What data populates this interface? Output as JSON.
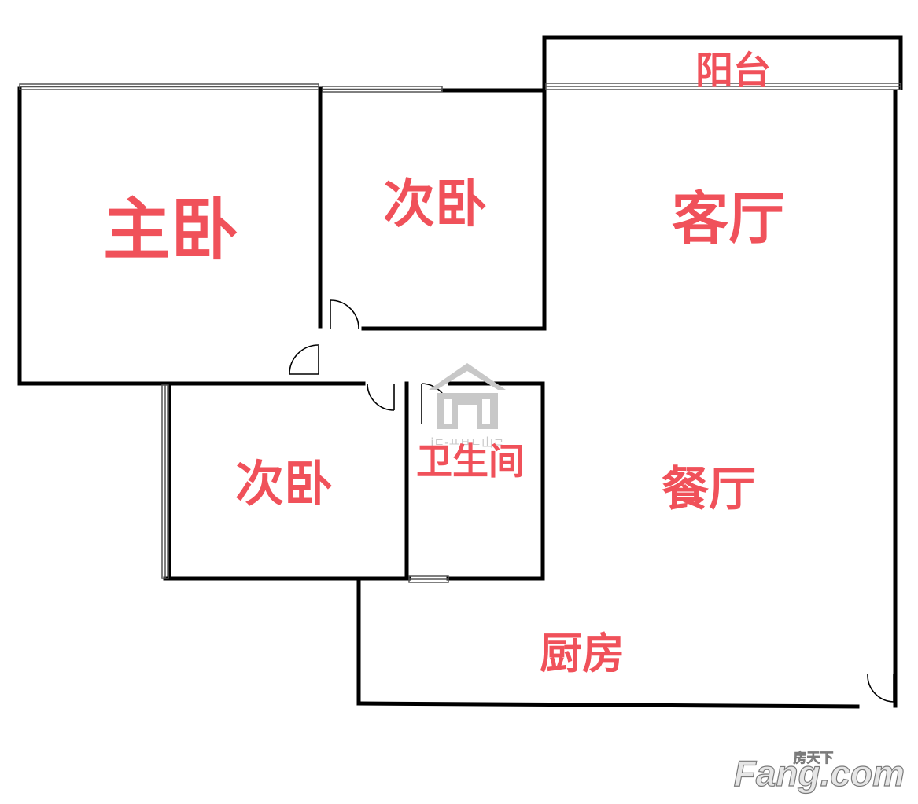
{
  "rooms": {
    "master_bedroom": "主卧",
    "second_bedroom_top": "次卧",
    "living_room": "客厅",
    "balcony": "阳台",
    "second_bedroom_bottom": "次卧",
    "bathroom": "卫生间",
    "dining_room": "餐厅",
    "kitchen": "厨房"
  },
  "watermark": {
    "text": "iㄷ-ㅛㅂㄴ山ㄹ"
  },
  "logo": {
    "brand": "Fang.com",
    "tagline": "房天下"
  },
  "colors": {
    "label": "#f0515a",
    "wall": "#000000",
    "watermark": "#c8c8c8"
  }
}
